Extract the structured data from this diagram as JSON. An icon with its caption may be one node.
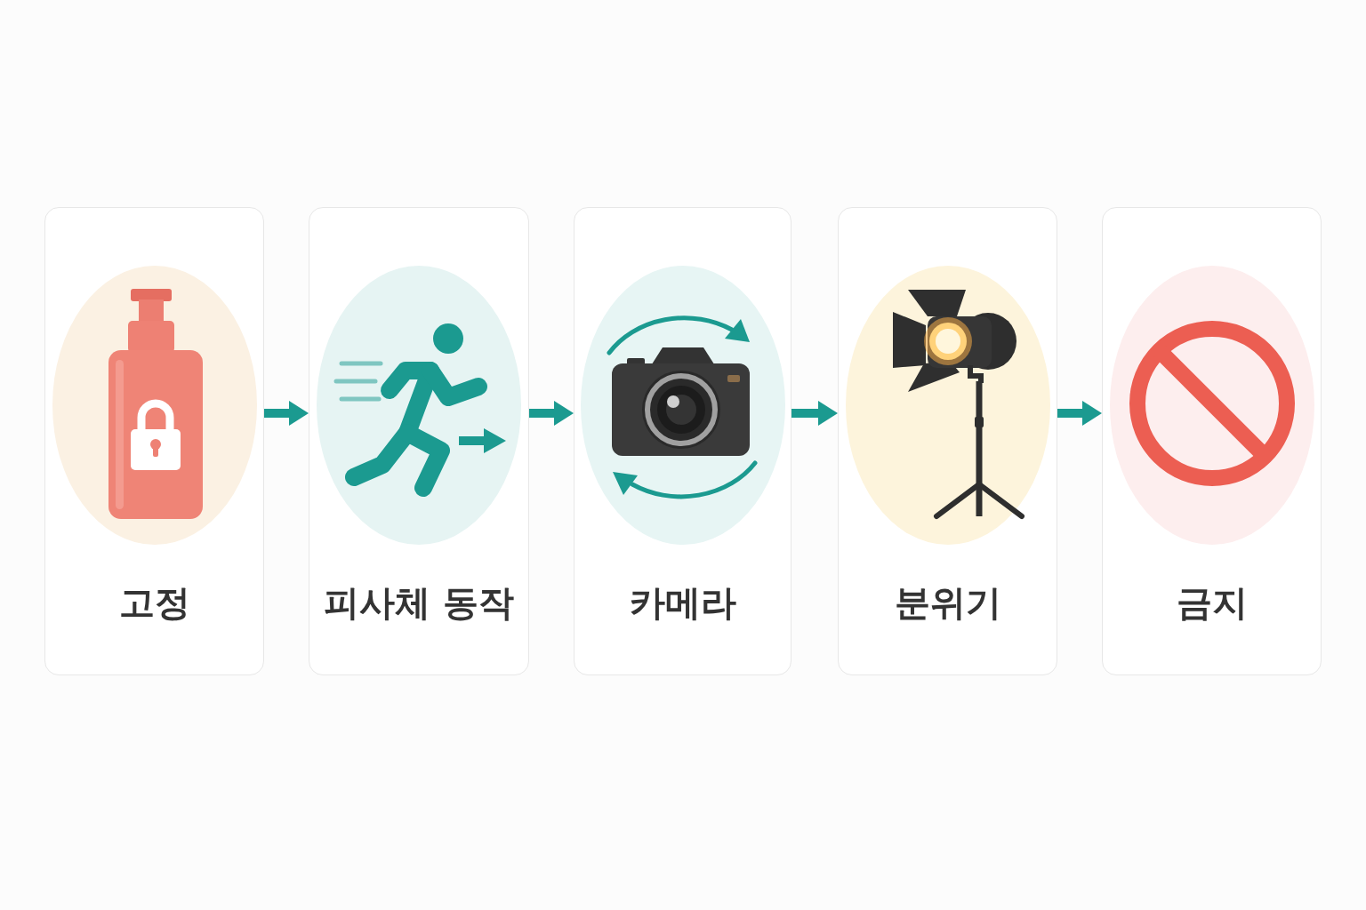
{
  "diagram": {
    "nodes": [
      {
        "text": [
          "고정"
        ]
      },
      {
        "text": [
          "피사체 동작"
        ]
      },
      {
        "text": [
          "카메라"
        ]
      },
      {
        "text": [
          "분위기"
        ]
      },
      {
        "text": [
          "금지"
        ]
      }
    ],
    "edges": [
      {
        "from": 0,
        "to": 1,
        "arrow": "to"
      },
      {
        "from": 1,
        "to": 2,
        "arrow": "to"
      },
      {
        "from": 2,
        "to": 3,
        "arrow": "to"
      },
      {
        "from": 3,
        "to": 4,
        "arrow": "to"
      }
    ]
  }
}
